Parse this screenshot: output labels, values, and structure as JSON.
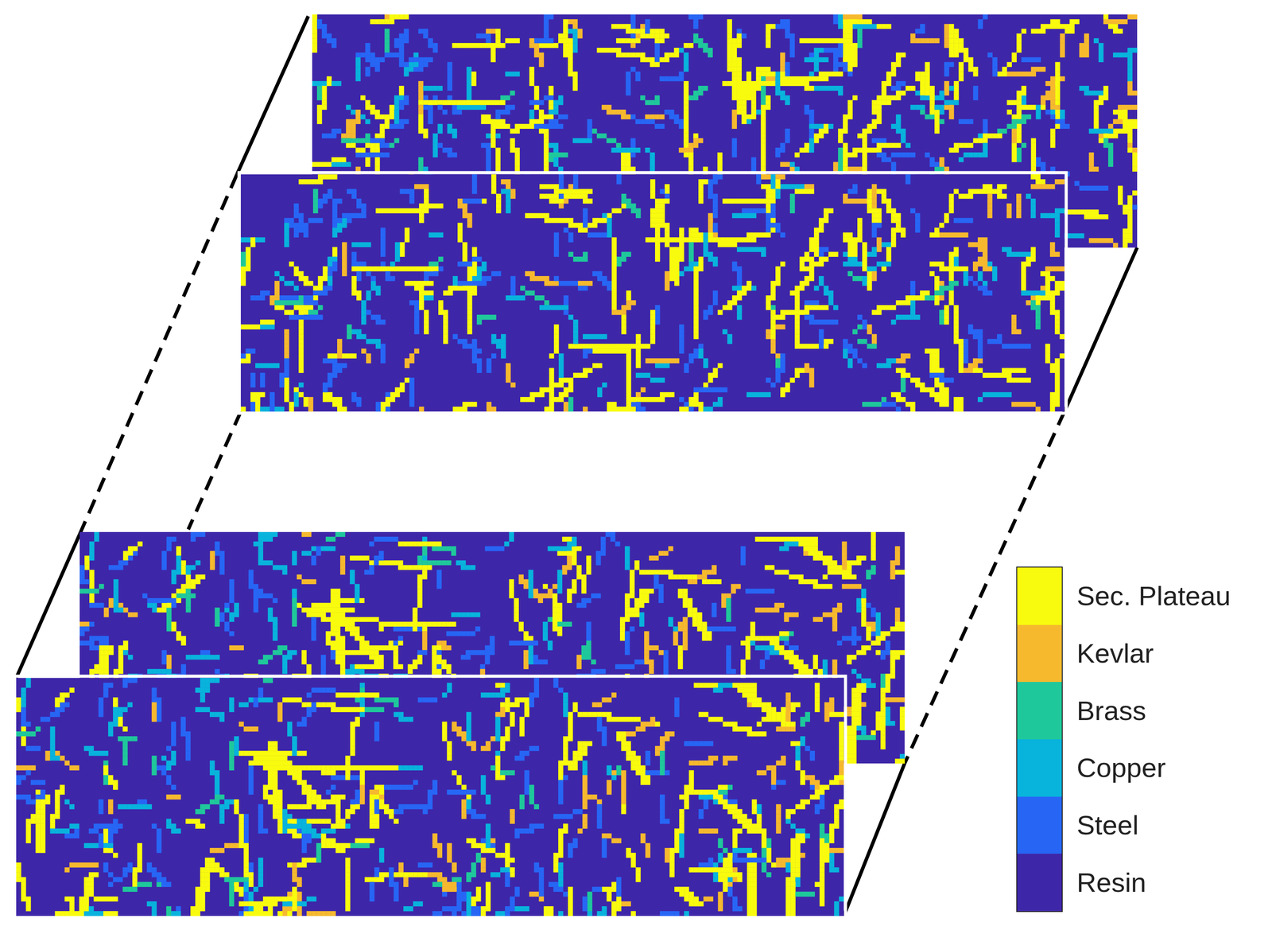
{
  "diagram": {
    "legend": [
      {
        "text": "Sec. Plateau",
        "color": "#f9fb0e"
      },
      {
        "text": "Kevlar",
        "color": "#f6b92e"
      },
      {
        "text": "Brass",
        "color": "#1fc89b"
      },
      {
        "text": "Copper",
        "color": "#08b3dc"
      },
      {
        "text": "Steel",
        "color": "#2766f5"
      },
      {
        "text": "Resin",
        "color": "#3e26a8"
      }
    ]
  }
}
